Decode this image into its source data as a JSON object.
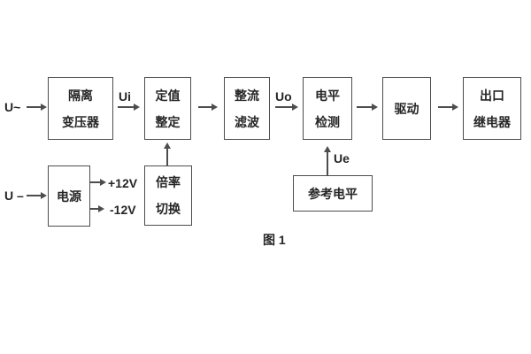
{
  "figure": {
    "caption": "图 1"
  },
  "inputs": {
    "ac_label": "U~",
    "dc_label": "U –"
  },
  "signal_labels": {
    "ui": "Ui",
    "uo": "Uo",
    "ue": "Ue",
    "plus_12v": "+12V",
    "minus_12v": "-12V"
  },
  "blocks": {
    "isolation_transformer": {
      "line1": "隔离",
      "line2": "变压器"
    },
    "setpoint_adjust": {
      "line1": "定值",
      "line2": "整定"
    },
    "rectify_filter": {
      "line1": "整流",
      "line2": "滤波"
    },
    "level_detect": {
      "line1": "电平",
      "line2": "检测"
    },
    "drive": {
      "line1": "驱动"
    },
    "output_relay": {
      "line1": "出口",
      "line2": "继电器"
    },
    "power_supply": {
      "line1": "电源"
    },
    "ratio_switch": {
      "line1": "倍率",
      "line2": "切换"
    },
    "reference_level": {
      "line1": "参考电平"
    }
  },
  "colors": {
    "line": "#4d4d4d",
    "text": "#262626",
    "background": "#ffffff"
  }
}
